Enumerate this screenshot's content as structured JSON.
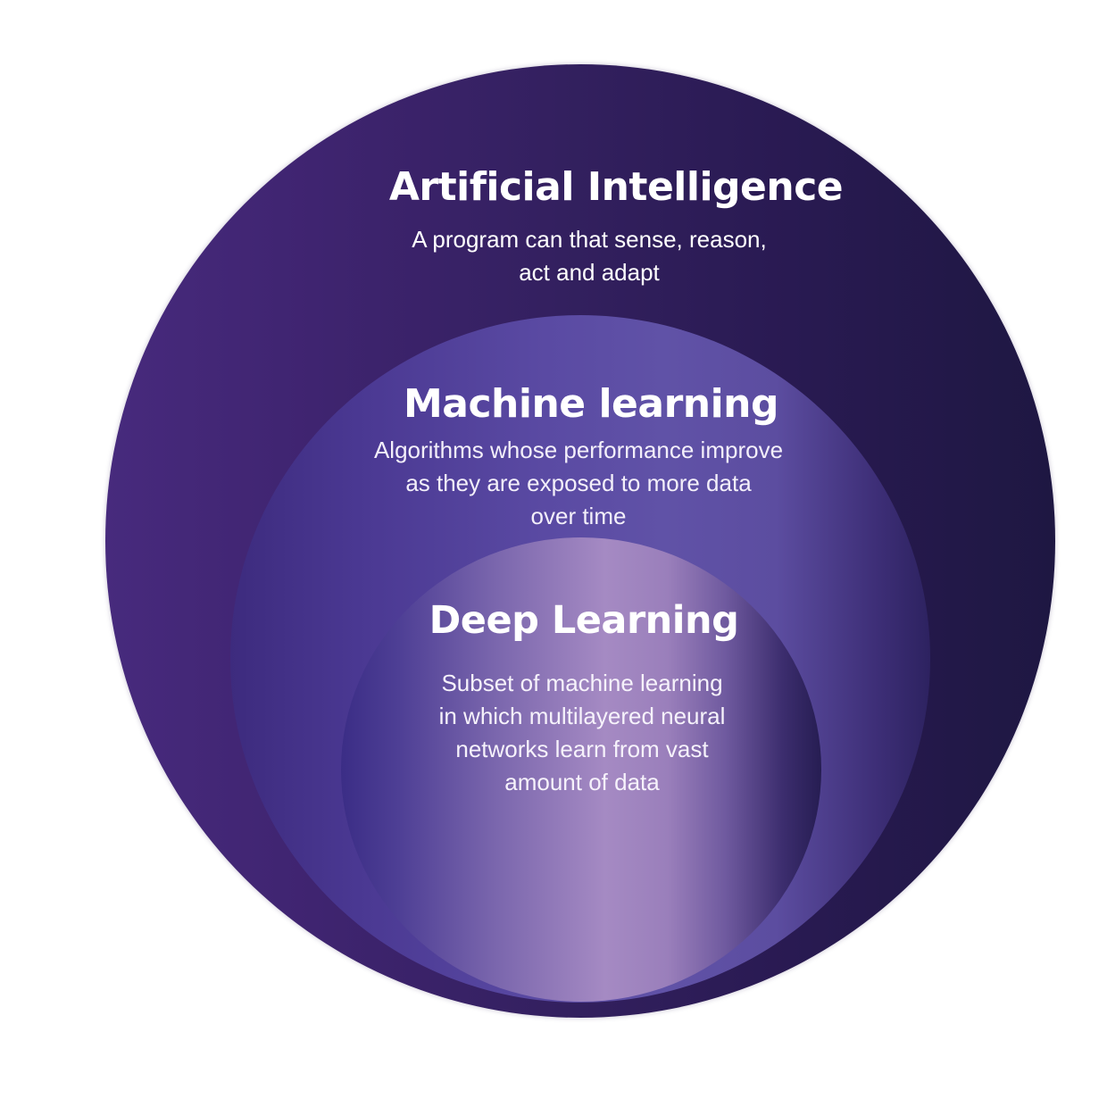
{
  "diagram": {
    "type": "nested-circles",
    "colors": {
      "outer": "#33205f",
      "middle": "#5a4aa3",
      "inner": "#a58ac3",
      "text": "#ffffff",
      "background": "#ffffff"
    },
    "levels": [
      {
        "title": "Artificial Intelligence",
        "description_lines": [
          "A program can that sense, reason,",
          "act and adapt"
        ]
      },
      {
        "title": "Machine learning",
        "description_lines": [
          "Algorithms whose performance improve",
          "as they are exposed to more data",
          "over time"
        ]
      },
      {
        "title": "Deep Learning",
        "description_lines": [
          "Subset of machine learning",
          "in which multilayered neural",
          "networks learn from vast",
          "amount of data"
        ]
      }
    ]
  }
}
